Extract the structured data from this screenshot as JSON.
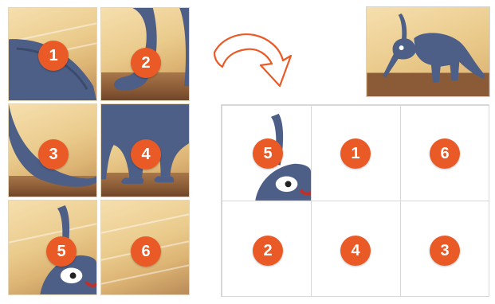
{
  "pieces": [
    {
      "label": "1"
    },
    {
      "label": "2"
    },
    {
      "label": "3"
    },
    {
      "label": "4"
    },
    {
      "label": "5"
    },
    {
      "label": "6"
    }
  ],
  "board": [
    {
      "label": "5",
      "state": "filled"
    },
    {
      "label": "1",
      "state": "empty"
    },
    {
      "label": "6",
      "state": "empty"
    },
    {
      "label": "2",
      "state": "empty"
    },
    {
      "label": "4",
      "state": "empty"
    },
    {
      "label": "3",
      "state": "empty"
    }
  ],
  "colors": {
    "badge": "#ea5a26",
    "arrow_outline": "#ea5a26",
    "creature": "#4d5f86",
    "sand": "#eacb8c",
    "ground": "#8a5b36"
  },
  "icons": {
    "arrow": "curved-arrow-icon",
    "preview": "aardvark-reference-image"
  }
}
